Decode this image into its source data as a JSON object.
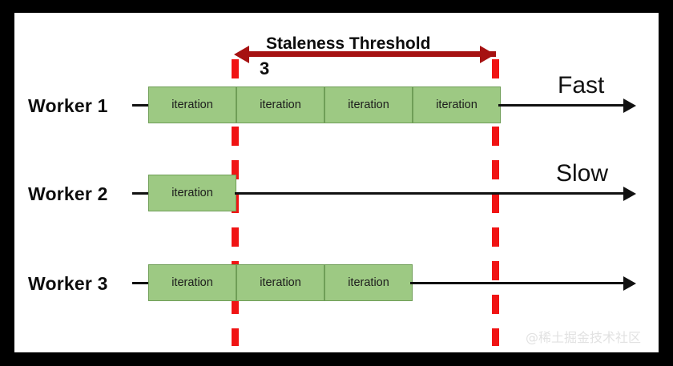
{
  "diagram": {
    "title": "Stale Synchronous Parallel staleness threshold timeline",
    "threshold": {
      "title": "Staleness  Threshold",
      "value": "3",
      "arrow_color": "#a61212",
      "boundary_color": "#f01414"
    },
    "block_color": "#9dc983",
    "block_border_color": "#6f9e57",
    "axis_color": "#111111",
    "workers": [
      {
        "label": "Worker 1",
        "speed_label": "Fast",
        "iterations": [
          "iteration",
          "iteration",
          "iteration",
          "iteration"
        ]
      },
      {
        "label": "Worker 2",
        "speed_label": "Slow",
        "iterations": [
          "iteration"
        ]
      },
      {
        "label": "Worker 3",
        "speed_label": "",
        "iterations": [
          "iteration",
          "iteration",
          "iteration"
        ]
      }
    ],
    "watermark": "@稀土掘金技术社区"
  }
}
